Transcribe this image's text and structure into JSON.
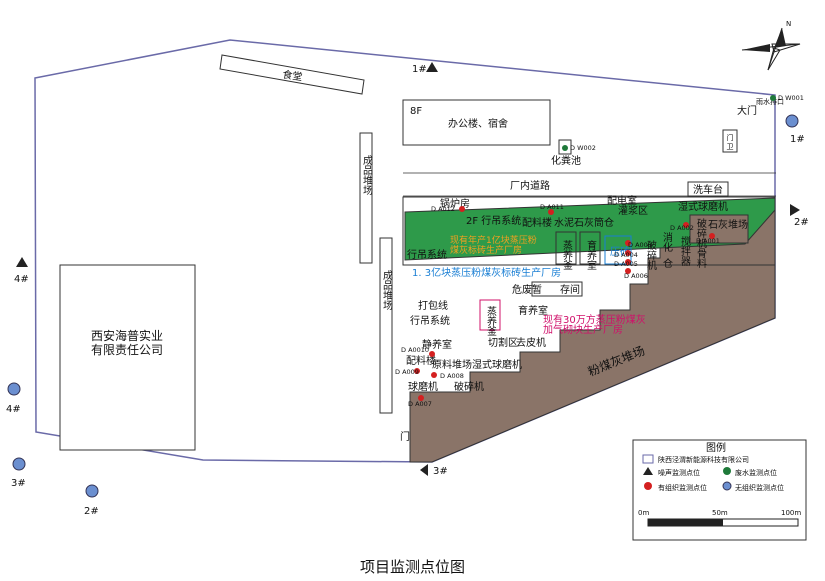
{
  "caption": "项目监测点位图",
  "compass": {
    "north": "N"
  },
  "labels": {
    "canteen": "食堂",
    "office_8f": "8F",
    "office": "办公楼、宿舍",
    "septic": "化粪池",
    "inner_road": "厂内道路",
    "gate_main": "大门",
    "gate_door": "门",
    "gate_guard": "卫",
    "rain_outlet": "雨水排口",
    "product_yard_1": "成品堆场",
    "product_yard_2": "成品堆场",
    "neighbor_1": "西安海普实业",
    "neighbor_2": "有限责任公司",
    "boiler": "锅炉房",
    "distribution": "配电室",
    "car_wash": "洗车台",
    "crane_2f": "2F 行吊系统",
    "batching": "配料楼",
    "cement_lime": "水泥石灰筒仓",
    "slurry": "灌浆区",
    "wet_ball": "湿式球磨机",
    "crusher_a": "破碎机",
    "limestone": "石灰堆场",
    "steam_kettle_a": "蒸养釜",
    "curing_room_a": "育养室",
    "press": "压砖",
    "digest_a": "消化",
    "digest_b": "仓",
    "mixer": "搅拌器",
    "aggregate": "骨料",
    "crusher_b": "破碎机",
    "crane_system_a": "行吊系统",
    "orange_note_1": "现有年产1亿块蒸压粉",
    "orange_note_2": "煤灰标砖生产厂房",
    "blue_note": "1. 3亿块蒸压粉煤灰标砖生产厂房",
    "hazard_1": "危废暂",
    "hazard_2": "存间",
    "packing": "打包线",
    "crane_system_b": "行吊系统",
    "steam_kettle_b": "蒸养釜",
    "curing_room_b": "育养室",
    "pre_curing": "静养室",
    "cutting": "切割区",
    "belt": "去皮机",
    "batching_b": "配料楼",
    "material_yard": "原料堆场",
    "wet_ball_b": "湿式球磨机",
    "ball_mill": "球磨机",
    "crusher_c": "破碎机",
    "magenta_note_1": "现有30万方蒸压粉煤灰",
    "magenta_note_2": "加气砌块生产厂房",
    "ash_yard": "粉煤灰堆场",
    "gate_bottom": "门"
  },
  "points": {
    "noise": [
      {
        "id": "1#",
        "label": "1#"
      },
      {
        "id": "2#",
        "label": "2#"
      },
      {
        "id": "3#",
        "label": "3#"
      },
      {
        "id": "4#",
        "label": "4#"
      }
    ],
    "unorganized": [
      {
        "id": "1#",
        "label": "1#"
      },
      {
        "id": "2#",
        "label": "2#"
      },
      {
        "id": "3#",
        "label": "3#"
      },
      {
        "id": "4#",
        "label": "4#"
      }
    ],
    "wastewater": [
      {
        "id": "DW001",
        "label": "D W001"
      },
      {
        "id": "DW002",
        "label": "D W002"
      }
    ],
    "organized": [
      {
        "id": "DA012",
        "label": "D A012"
      },
      {
        "id": "DA011",
        "label": "D A011"
      },
      {
        "id": "DA002",
        "label": "D A002"
      },
      {
        "id": "DA001",
        "label": "D A001"
      },
      {
        "id": "DA003",
        "label": "D A003"
      },
      {
        "id": "DA004",
        "label": "D A004"
      },
      {
        "id": "DA005",
        "label": "D A005"
      },
      {
        "id": "DA006",
        "label": "D A006"
      },
      {
        "id": "DA010",
        "label": "D A0010"
      },
      {
        "id": "DA009",
        "label": "D A009"
      },
      {
        "id": "DA008",
        "label": "D A008"
      },
      {
        "id": "DA007",
        "label": "D A007"
      }
    ]
  },
  "legend": {
    "title": "图例",
    "items": {
      "company": "陕西泾渭新能源科技有限公司",
      "noise": "噪声监测点位",
      "wastewater": "废水监测点位",
      "organized": "有组织监测点位",
      "unorganized": "无组织监测点位"
    },
    "scale": [
      "0m",
      "50m",
      "100m"
    ]
  },
  "colors": {
    "noise": "#222222",
    "wastewater": "#1f7a3a",
    "organized": "#d42020",
    "unorganized": "#6b8fd0",
    "ash_yard": "#8a7468",
    "green_zone": "#2e9a4a",
    "boundary": "#6a6aa8"
  }
}
